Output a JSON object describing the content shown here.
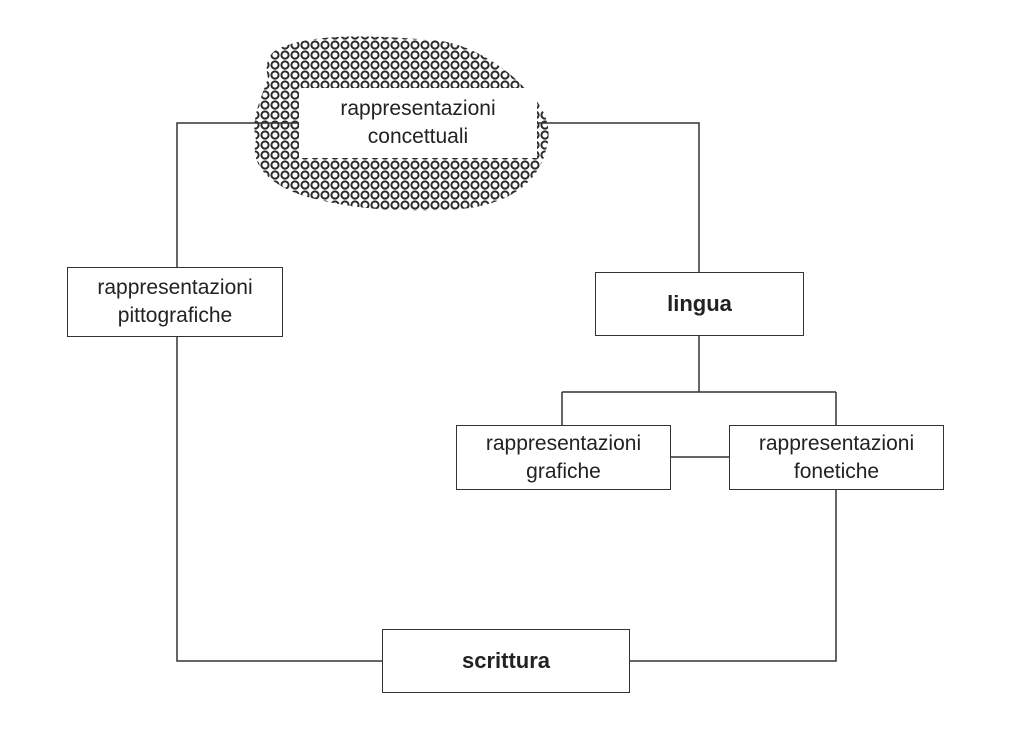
{
  "diagram": {
    "nodes": {
      "concettuali": {
        "line1": "rappresentazioni",
        "line2": "concettuali"
      },
      "pittografiche": {
        "line1": "rappresentazioni",
        "line2": "pittografiche"
      },
      "lingua": {
        "label": "lingua"
      },
      "grafiche": {
        "line1": "rappresentazioni",
        "line2": "grafiche"
      },
      "fonetiche": {
        "line1": "rappresentazioni",
        "line2": "fonetiche"
      },
      "scrittura": {
        "label": "scrittura"
      }
    },
    "colors": {
      "line": "#333333",
      "hatch": "#2a2a2a",
      "background": "#ffffff"
    }
  }
}
